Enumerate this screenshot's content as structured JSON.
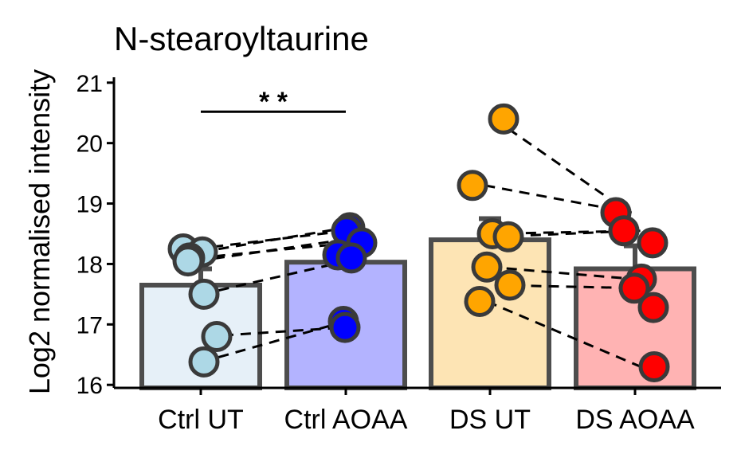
{
  "chart_data": {
    "type": "bar",
    "title": "N-stearoyltaurine",
    "xlabel": "",
    "ylabel": "Log2 normalised intensity",
    "ylim": [
      15.95,
      21.05
    ],
    "yticks": [
      "16",
      "17",
      "18",
      "19",
      "20",
      "21"
    ],
    "categories": [
      "Ctrl UT",
      "Ctrl AOAA",
      "DS UT",
      "DS AOAA"
    ],
    "bar_values": [
      17.65,
      18.03,
      18.4,
      17.92
    ],
    "error_upper": [
      17.92,
      18.05,
      18.75,
      18.3
    ],
    "bar_fill": [
      "#e6f0f8",
      "#b3b3ff",
      "#fde4b4",
      "#ffb3b3"
    ],
    "point_fill": [
      "#add8e6",
      "#0000ff",
      "#ffa500",
      "#ff0000"
    ],
    "bar_stroke": "#4d4d4d",
    "points": [
      [
        18.25,
        18.2,
        18.1,
        18.05,
        17.5,
        16.8,
        16.38
      ],
      [
        18.6,
        18.55,
        18.35,
        18.15,
        18.1,
        17.05,
        16.95
      ],
      [
        20.4,
        19.3,
        18.5,
        18.45,
        17.95,
        17.65,
        17.38
      ],
      [
        18.85,
        18.55,
        18.35,
        17.75,
        17.6,
        17.28,
        16.3
      ]
    ],
    "pairs": [
      {
        "groups": [
          0,
          1
        ],
        "values": [
          [
            18.25,
            18.55
          ],
          [
            18.2,
            18.6
          ],
          [
            18.1,
            18.35
          ],
          [
            18.05,
            18.4
          ],
          [
            17.5,
            18.05
          ],
          [
            16.8,
            16.95
          ],
          [
            16.38,
            17.05
          ]
        ]
      },
      {
        "groups": [
          2,
          3
        ],
        "values": [
          [
            20.4,
            18.85
          ],
          [
            19.3,
            18.85
          ],
          [
            18.5,
            18.55
          ],
          [
            18.45,
            18.55
          ],
          [
            17.95,
            17.75
          ],
          [
            17.65,
            17.6
          ],
          [
            17.38,
            16.3
          ]
        ]
      }
    ],
    "significance": {
      "groups": [
        0,
        1
      ],
      "y": 20.52,
      "label": "* *"
    },
    "grid": false,
    "legend": "none"
  }
}
